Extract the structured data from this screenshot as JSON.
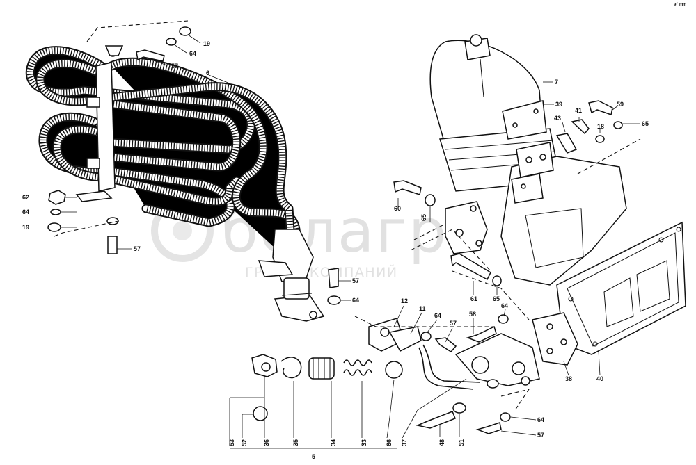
{
  "corner_mark": "ᵊᶠ ᵐᵐ",
  "watermark": {
    "logo_text": "белагро",
    "subtitle": "ГРУППА КОМПАНИЙ"
  },
  "callouts": [
    {
      "id": "c19a",
      "text": "19"
    },
    {
      "id": "c64a",
      "text": "64"
    },
    {
      "id": "c57a",
      "text": "57"
    },
    {
      "id": "c6",
      "text": "6"
    },
    {
      "id": "c62",
      "text": "62"
    },
    {
      "id": "c64b",
      "text": "64"
    },
    {
      "id": "c19b",
      "text": "19"
    },
    {
      "id": "c57b",
      "text": "57"
    },
    {
      "id": "c7",
      "text": "7"
    },
    {
      "id": "c39",
      "text": "39"
    },
    {
      "id": "c41",
      "text": "41"
    },
    {
      "id": "c59",
      "text": "59"
    },
    {
      "id": "c43",
      "text": "43"
    },
    {
      "id": "c18",
      "text": "18"
    },
    {
      "id": "c65a",
      "text": "65"
    },
    {
      "id": "c60",
      "text": "60"
    },
    {
      "id": "c65b",
      "text": "65"
    },
    {
      "id": "c57c",
      "text": "57"
    },
    {
      "id": "c64c",
      "text": "64"
    },
    {
      "id": "c61",
      "text": "61"
    },
    {
      "id": "c65c",
      "text": "65"
    },
    {
      "id": "c64d",
      "text": "64"
    },
    {
      "id": "c12",
      "text": "12"
    },
    {
      "id": "c11",
      "text": "11"
    },
    {
      "id": "c64e",
      "text": "64"
    },
    {
      "id": "c57d",
      "text": "57"
    },
    {
      "id": "c58",
      "text": "58"
    },
    {
      "id": "c38",
      "text": "38"
    },
    {
      "id": "c40",
      "text": "40"
    },
    {
      "id": "c53",
      "text": "53"
    },
    {
      "id": "c52",
      "text": "52"
    },
    {
      "id": "c36",
      "text": "36"
    },
    {
      "id": "c35",
      "text": "35"
    },
    {
      "id": "c34",
      "text": "34"
    },
    {
      "id": "c33",
      "text": "33"
    },
    {
      "id": "c66",
      "text": "66"
    },
    {
      "id": "c37",
      "text": "37"
    },
    {
      "id": "c48",
      "text": "48"
    },
    {
      "id": "c51",
      "text": "51"
    },
    {
      "id": "c64f",
      "text": "64"
    },
    {
      "id": "c57e",
      "text": "57"
    },
    {
      "id": "c5",
      "text": "5"
    }
  ]
}
